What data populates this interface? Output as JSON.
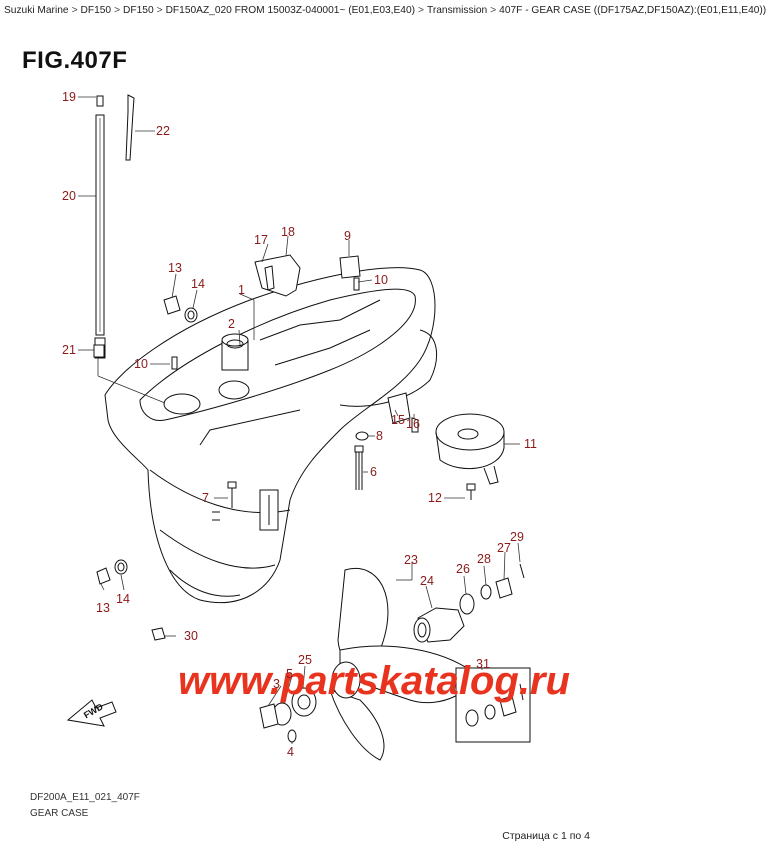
{
  "breadcrumb": {
    "items": [
      "Suzuki Marine",
      "DF150",
      "DF150",
      "DF150AZ_020 FROM 15003Z-040001~ (E01,E03,E40)",
      "Transmission",
      "407F - GEAR CASE ((DF175AZ,DF150AZ):(E01,E11,E40))"
    ],
    "separator": ">"
  },
  "figure": {
    "title": "FIG.407F",
    "code": "DF200A_E11_021_407F",
    "caption": "GEAR CASE",
    "watermark": "www.partskatalog.ru"
  },
  "callouts": {
    "c19": "19",
    "c22": "22",
    "c20": "20",
    "c17": "17",
    "c18": "18",
    "c9": "9",
    "c13a": "13",
    "c14a": "14",
    "c10a": "10",
    "c1": "1",
    "c2": "2",
    "c21": "21",
    "c10b": "10",
    "c8": "8",
    "c15": "15",
    "c16": "16",
    "c11": "11",
    "c6": "6",
    "c7": "7",
    "c12": "12",
    "c29": "29",
    "c27": "27",
    "c28": "28",
    "c26": "26",
    "c23": "23",
    "c24": "24",
    "c13b": "13",
    "c14b": "14",
    "c30": "30",
    "c25": "25",
    "c5": "5",
    "c3": "3",
    "c31": "31",
    "c4": "4"
  },
  "direction_label": "FWD",
  "pagination": {
    "text": "Страница с 1 по 4"
  }
}
